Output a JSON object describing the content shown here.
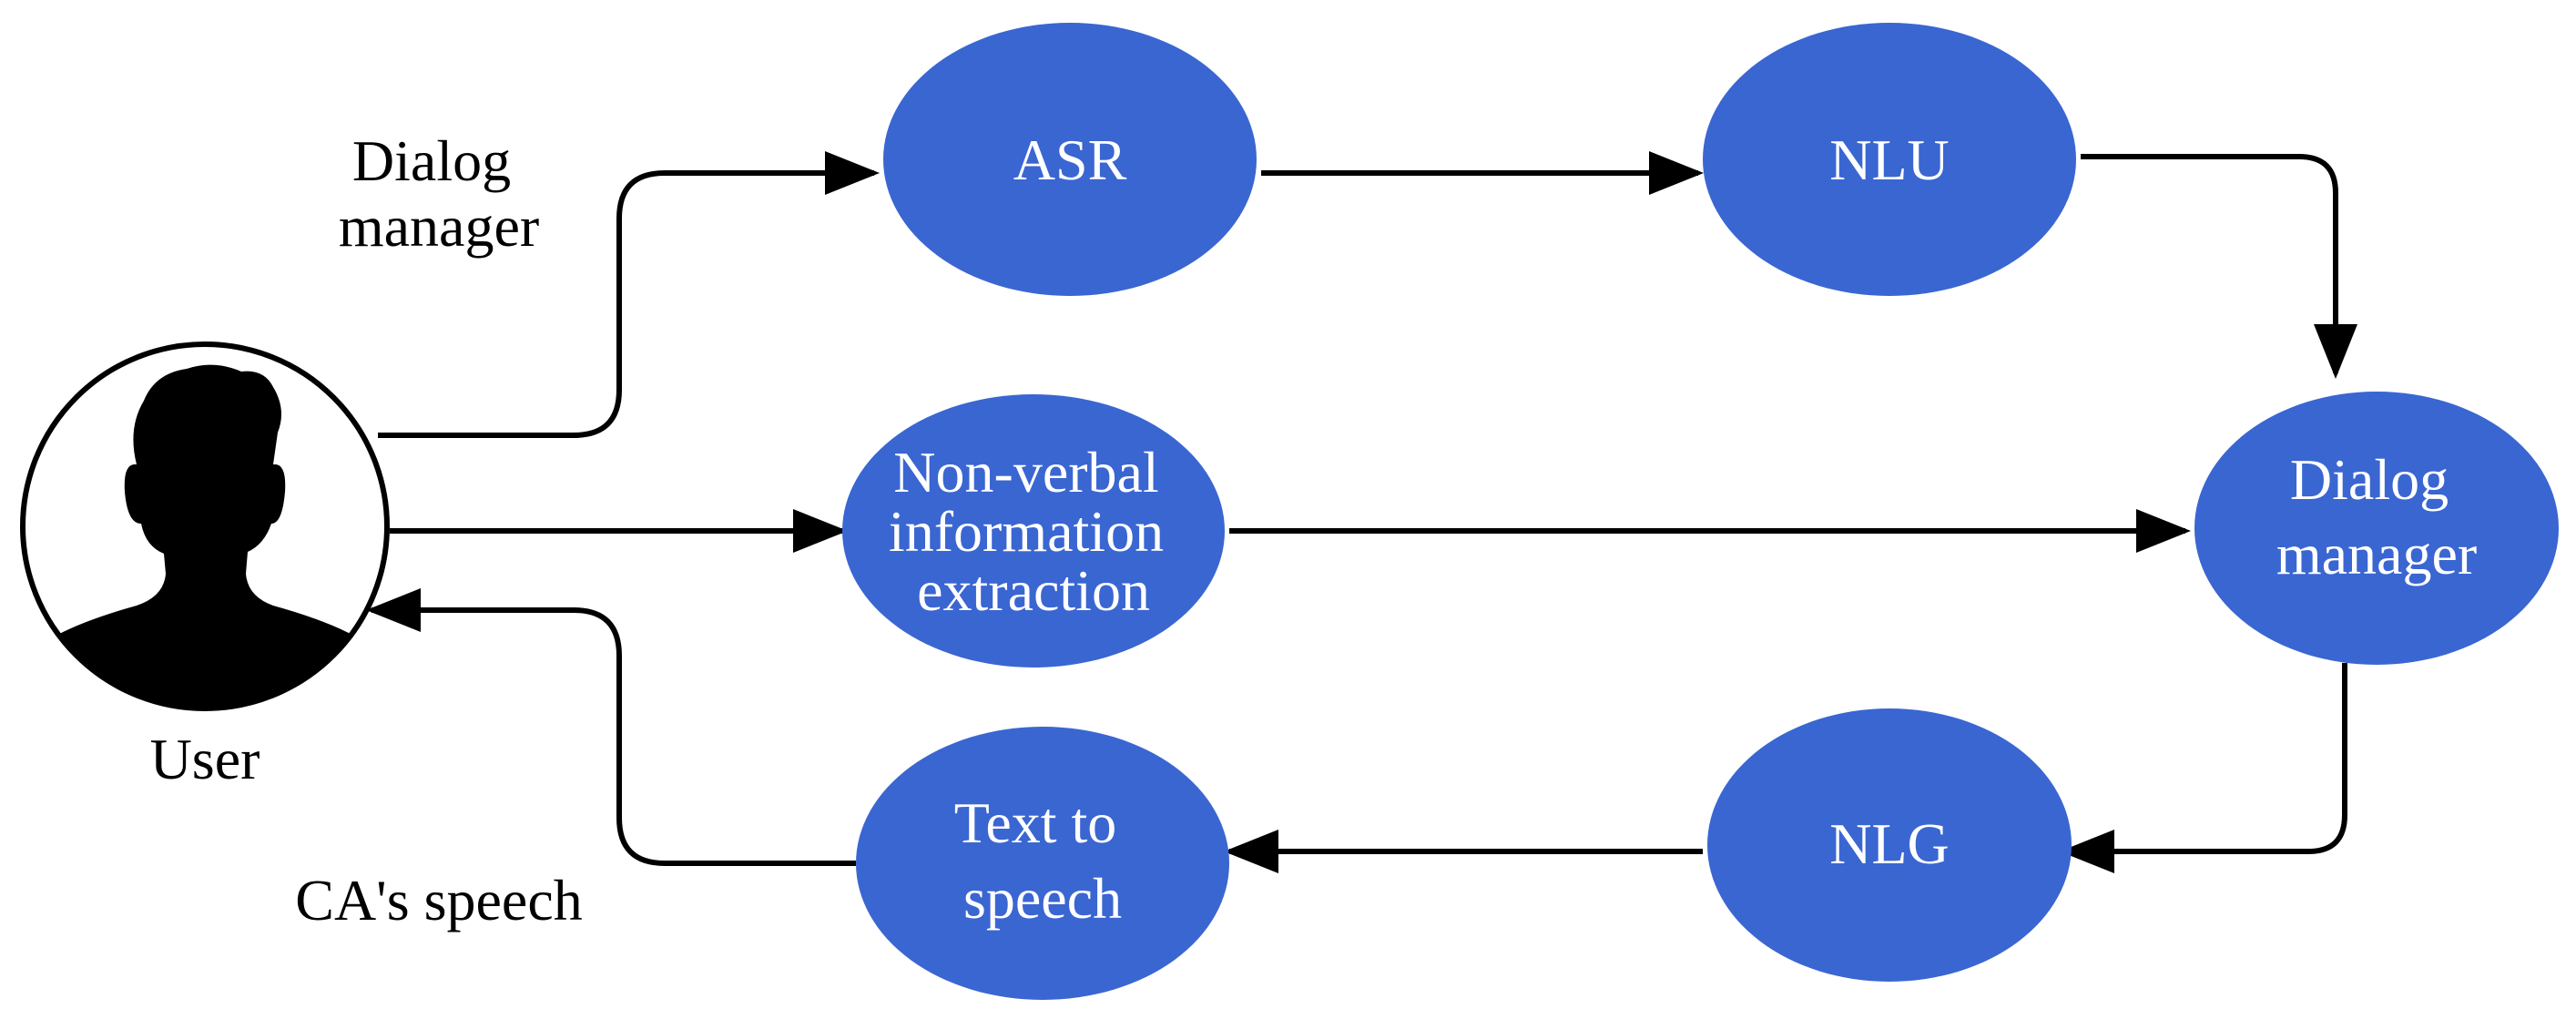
{
  "labels": {
    "top_left": [
      "Dialog",
      "manager"
    ],
    "bottom_left": "CA's speech",
    "user": "User"
  },
  "nodes": {
    "asr": [
      "ASR"
    ],
    "nlu": [
      "NLU"
    ],
    "nonverbal": [
      "Non-verbal",
      "information",
      "extraction"
    ],
    "dialog_manager": [
      "Dialog",
      "manager"
    ],
    "nlg": [
      "NLG"
    ],
    "tts": [
      "Text to",
      "speech"
    ]
  },
  "colors": {
    "node_fill": "#3a66d2",
    "node_text": "#ffffff",
    "line": "#000000"
  },
  "icons": {
    "user": "user-silhouette-icon"
  }
}
